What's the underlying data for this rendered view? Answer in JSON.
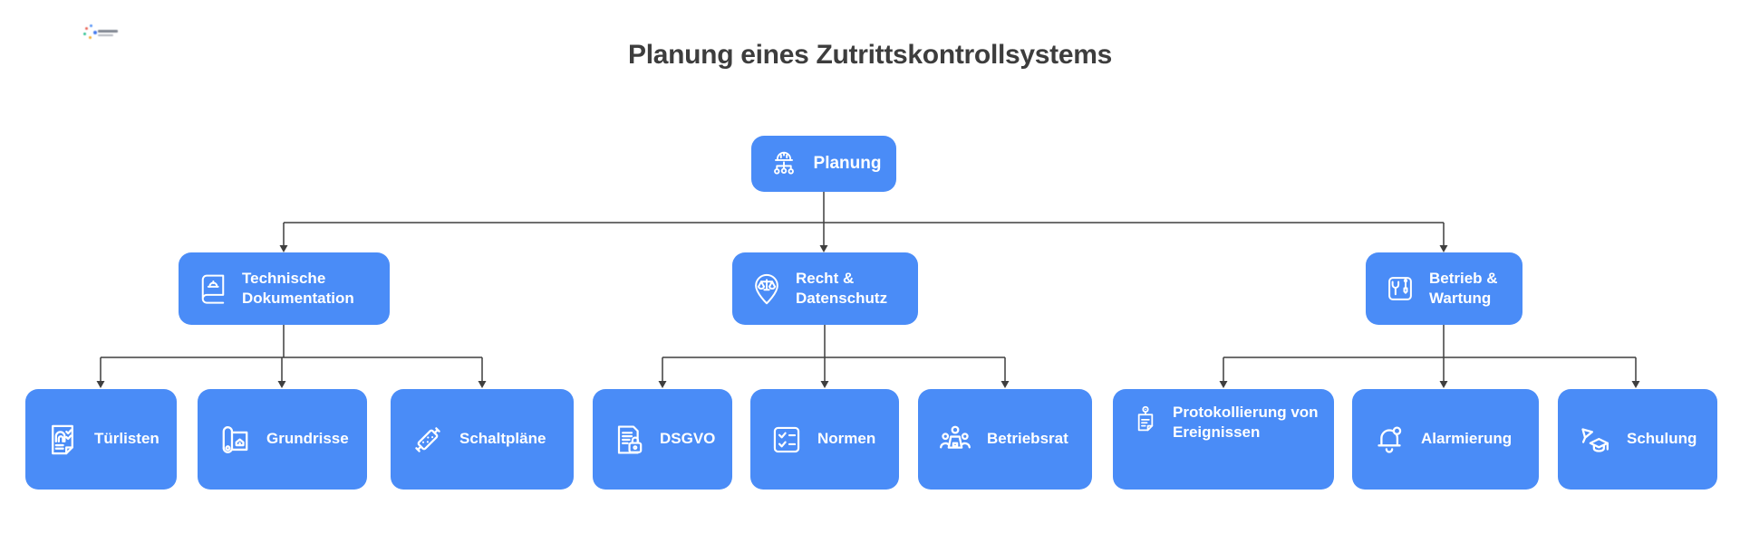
{
  "title": "Planung eines Zutrittskontrollsystems",
  "colors": {
    "node": "#4a8cf7",
    "node_text": "#ffffff",
    "connector": "#3f3f3f",
    "title": "#3d3d3d",
    "background": "#ffffff"
  },
  "tree": {
    "root": {
      "label": "Planung",
      "icon": "construction-planning-icon"
    },
    "branches": [
      {
        "label": "Technische Dokumentation",
        "icon": "technical-manual-icon",
        "children": [
          {
            "label": "Türlisten",
            "icon": "door-checklist-document-icon"
          },
          {
            "label": "Grundrisse",
            "icon": "floorplan-blueprint-icon"
          },
          {
            "label": "Schaltpläne",
            "icon": "circuit-component-icon"
          }
        ]
      },
      {
        "label": "Recht & Datenschutz",
        "icon": "legal-scales-pin-icon",
        "children": [
          {
            "label": "DSGVO",
            "icon": "document-lock-icon"
          },
          {
            "label": "Normen",
            "icon": "checklist-icon"
          },
          {
            "label": "Betriebsrat",
            "icon": "committee-people-icon"
          }
        ]
      },
      {
        "label": "Betrieb & Wartung",
        "icon": "tools-icon",
        "children": [
          {
            "label": "Protokollierung von Ereignissen",
            "icon": "pinned-log-note-icon"
          },
          {
            "label": "Alarmierung",
            "icon": "alarm-bell-icon"
          },
          {
            "label": "Schulung",
            "icon": "graduation-training-icon"
          }
        ]
      }
    ]
  }
}
